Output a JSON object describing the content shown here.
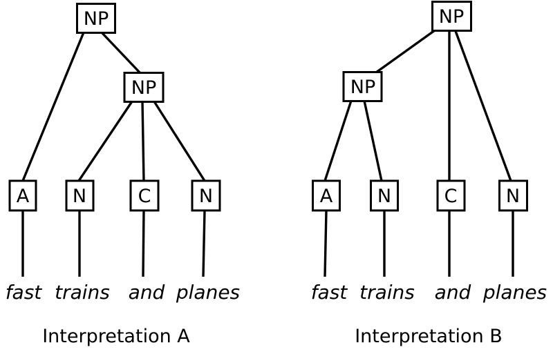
{
  "diagram": {
    "type": "syntax-parse-trees",
    "background_color": "#ffffff",
    "line_color": "#000000",
    "phrase": "fast trains and planes",
    "trees": [
      {
        "caption": "Interpretation A",
        "structure": "NP -> [A, NP]; NP -> [N, C, N]",
        "nodes": {
          "root": "NP",
          "inner": "NP",
          "leaf1": "A",
          "leaf2": "N",
          "leaf3": "C",
          "leaf4": "N"
        },
        "words": [
          "fast",
          "trains",
          "and",
          "planes"
        ]
      },
      {
        "caption": "Interpretation B",
        "structure": "NP -> [NP, C, N]; NP -> [A, N]",
        "nodes": {
          "root": "NP",
          "inner": "NP",
          "leaf1": "A",
          "leaf2": "N",
          "leaf3": "C",
          "leaf4": "N"
        },
        "words": [
          "fast",
          "trains",
          "and",
          "planes"
        ]
      }
    ]
  }
}
